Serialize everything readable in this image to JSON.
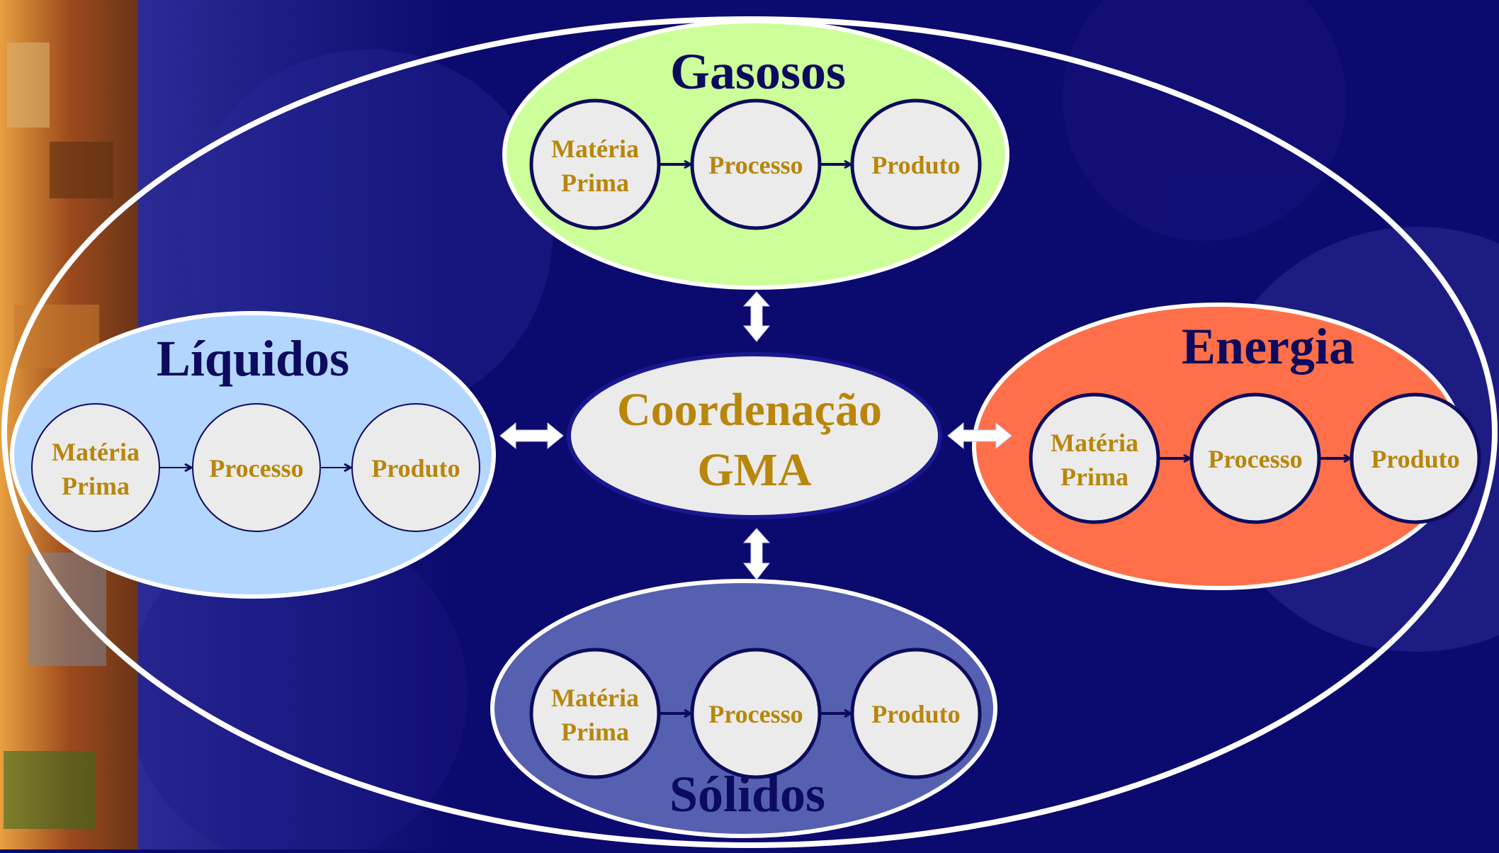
{
  "colors": {
    "background": "#0b0a6e",
    "node_text": "#b8860b",
    "group_title": "#0d0b5e",
    "circle_fill": "#ebebeb",
    "gasosos_fill": "#ccff99",
    "liquidos_fill": "#b3d6ff",
    "energia_fill": "#ff6f4a",
    "solidos_fill": "#5560b0",
    "outline": "#ffffff"
  },
  "center": {
    "line1": "Coordenação",
    "line2": "GMA"
  },
  "groups": {
    "gasosos": {
      "title": "Gasosos",
      "materia_line1": "Matéria",
      "materia_line2": "Prima",
      "processo": "Processo",
      "produto": "Produto"
    },
    "liquidos": {
      "title": "Líquidos",
      "materia_line1": "Matéria",
      "materia_line2": "Prima",
      "processo": "Processo",
      "produto": "Produto"
    },
    "energia": {
      "title": "Energia",
      "materia_line1": "Matéria",
      "materia_line2": "Prima",
      "processo": "Processo",
      "produto": "Produto"
    },
    "solidos": {
      "title": "Sólidos",
      "materia_line1": "Matéria",
      "materia_line2": "Prima",
      "processo": "Processo",
      "produto": "Produto"
    }
  }
}
